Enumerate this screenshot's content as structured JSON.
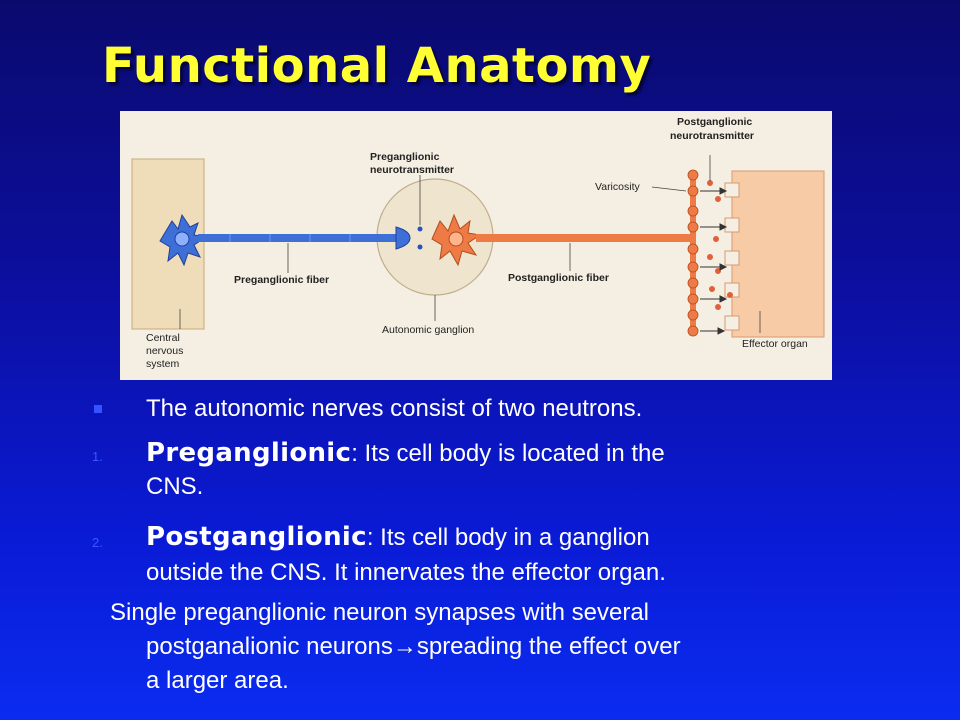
{
  "slide": {
    "title": "Functional Anatomy"
  },
  "figure": {
    "labels": {
      "preganglionic_nt_line1": "Preganglionic",
      "preganglionic_nt_line2": "neurotransmitter",
      "postganglionic_nt_line1": "Postganglionic",
      "postganglionic_nt_line2": "neurotransmitter",
      "varicosity": "Varicosity",
      "preganglionic_fiber": "Preganglionic fiber",
      "postganglionic_fiber": "Postganglionic fiber",
      "autonomic_ganglion": "Autonomic ganglion",
      "cns_line1": "Central",
      "cns_line2": "nervous",
      "cns_line3": "system",
      "effector_organ": "Effector organ"
    },
    "colors": {
      "preganglionic_neuron": "#3d6fd6",
      "postganglionic_neuron": "#ee7a45",
      "cns_block": "#efe0c0",
      "effector_block": "#f6cfae",
      "ganglion": "#efe6d4",
      "background": "#f4efe2"
    }
  },
  "bullets": {
    "intro": "The autonomic nerves consist of two neutrons.",
    "item1_number": "1.",
    "item1_term": "Preganglionic",
    "item1_rest": ": Its  cell body is located in the",
    "item1_line2": "CNS.",
    "item2_number": "2.",
    "item2_term": "Postganglionic",
    "item2_rest": ": Its cell body in a ganglion",
    "item2_line2": "outside the CNS.  It innervates the effector organ.",
    "note_line1": "Single preganglionic neuron synapses with several",
    "note_line2_a": "postganalionic neurons",
    "note_line2_arrow": "→",
    "note_line2_b": "spreading the effect over",
    "note_line3": "a larger area."
  }
}
